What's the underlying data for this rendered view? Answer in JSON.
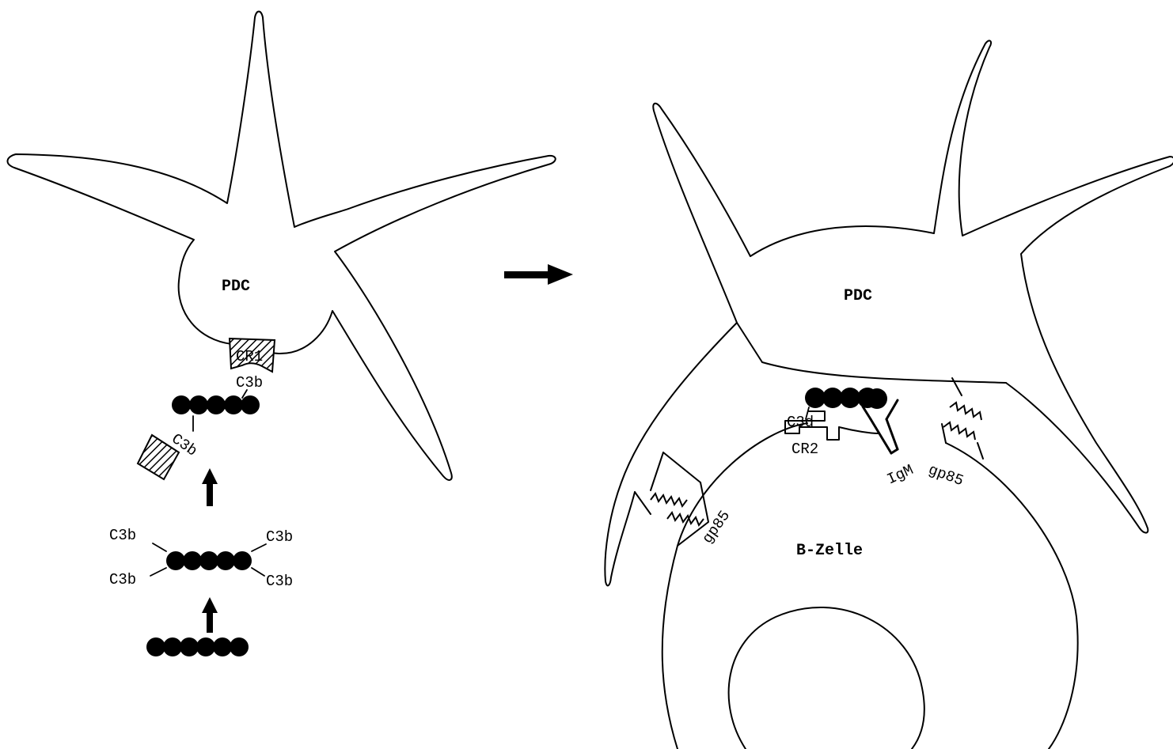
{
  "left_panel": {
    "cell_label": "PDC",
    "receptor_label": "CR1",
    "c3b_top": "C3b",
    "c3b_side": "C3b",
    "c3b_tl": "C3b",
    "c3b_tr": "C3b",
    "c3b_bl": "C3b",
    "c3b_br": "C3b"
  },
  "right_panel": {
    "cell_label": "PDC",
    "bcell_label": "B-Zelle",
    "c3d_label": "C3d",
    "cr2_label": "CR2",
    "igm_label": "IgM",
    "gp85_left": "gp85",
    "gp85_right": "gp85"
  },
  "colors": {
    "ink": "#000000",
    "background": "#ffffff"
  }
}
